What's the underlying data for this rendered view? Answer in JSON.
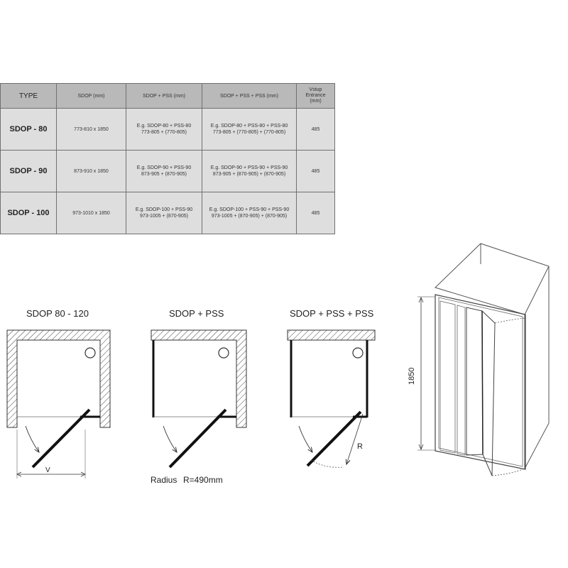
{
  "table": {
    "headers": {
      "type": "TYPE",
      "sdop": "SDOP (mm)",
      "sdop_pss": "SDOP + PSS (mm)",
      "sdop_pss_pss": "SDOP + PSS + PSS (mm)",
      "entrance_line1": "Vstup",
      "entrance_line2": "Entrance",
      "entrance_line3": "(mm)"
    },
    "rows": [
      {
        "type": "SDOP - 80",
        "sdop": "773-810 x 1850",
        "sdop_pss_1": "E.g. SDOP-80 + PSS-80",
        "sdop_pss_2": "773-805 + (770-805)",
        "sdop_pss_pss_1": "E.g. SDOP-80 + PSS-80 + PSS-80",
        "sdop_pss_pss_2": "773-805 + (770-805) + (770-805)",
        "entrance": "485"
      },
      {
        "type": "SDOP - 90",
        "sdop": "873-910 x 1850",
        "sdop_pss_1": "E.g. SDOP-90 + PSS-90",
        "sdop_pss_2": "873-905 + (870-905)",
        "sdop_pss_pss_1": "E.g. SDOP-90 + PSS-90 + PSS-90",
        "sdop_pss_pss_2": "873-905 + (870-905) + (870-905)",
        "entrance": "485"
      },
      {
        "type": "SDOP - 100",
        "sdop": "973-1010 x 1850",
        "sdop_pss_1": "E.g. SDOP-100 + PSS-90",
        "sdop_pss_2": "973-1005 + (870-905)",
        "sdop_pss_pss_1": "E.g. SDOP-100 + PSS-90 + PSS-90",
        "sdop_pss_pss_2": "973-1005 + (870-905) + (870-905)",
        "entrance": "485"
      }
    ]
  },
  "diagrams": {
    "plan1_title": "SDOP 80 - 120",
    "plan2_title": "SDOP + PSS",
    "plan3_title": "SDOP + PSS + PSS",
    "v_label": "V",
    "r_label": "R",
    "radius_word": "Radius",
    "radius_value": "R=490mm",
    "height_label": "1850"
  }
}
